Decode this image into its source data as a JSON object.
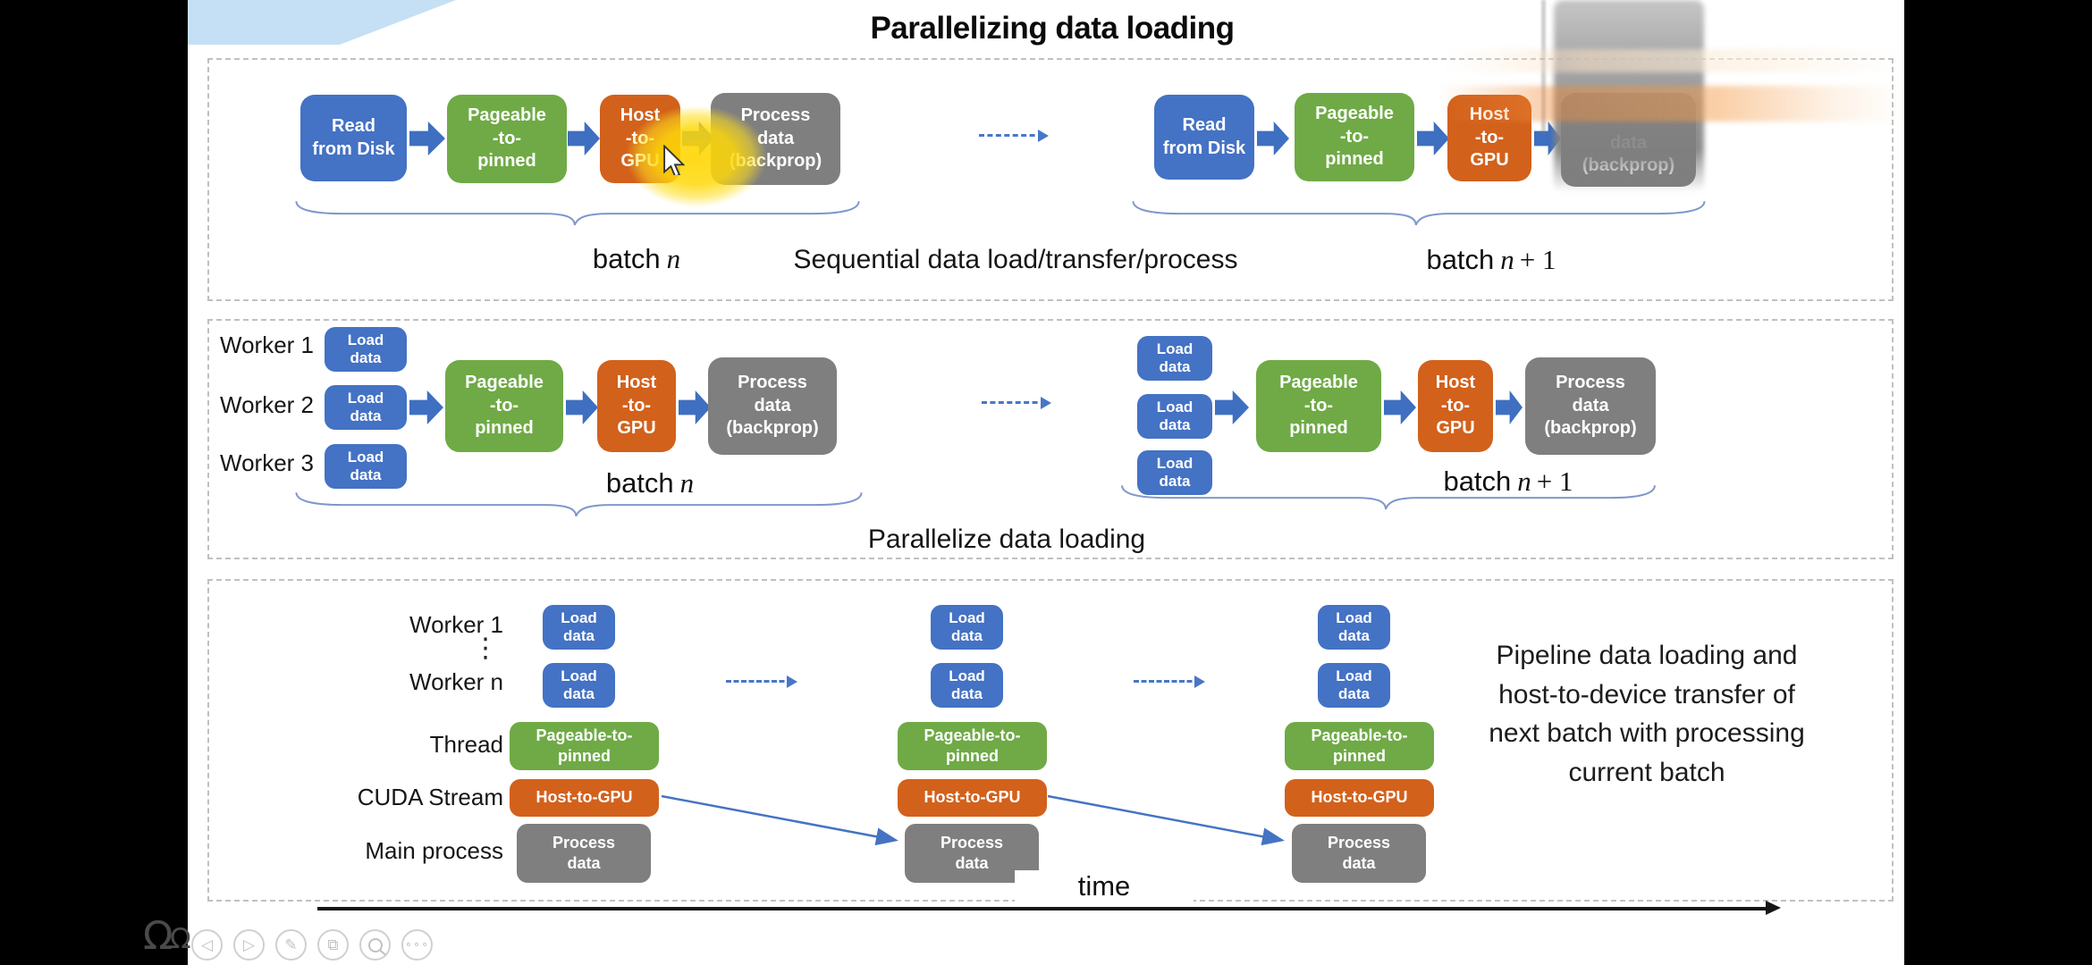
{
  "title": "Parallelizing data loading",
  "labels": {
    "read_from_disk": "Read\nfrom Disk",
    "pageable_v": "Pageable\n-to-\npinned",
    "host_v": "Host\n-to-\nGPU",
    "process_backprop": "Process\ndata\n(backprop)",
    "data_backprop": "data\n(backprop)",
    "load_data": "Load\ndata",
    "pageable_h": "Pageable-to-\npinned",
    "host_h": "Host-to-GPU",
    "process_data": "Process\ndata",
    "batch_word": "batch",
    "n": "n",
    "plus_one": "+ 1",
    "ellipsis": "⋮"
  },
  "section1": {
    "caption": "Sequential data load/transfer/process"
  },
  "section2": {
    "workers": [
      "Worker 1",
      "Worker 2",
      "Worker 3"
    ],
    "caption": "Parallelize data loading"
  },
  "section3": {
    "row_labels": [
      "Worker 1",
      "Worker n",
      "Thread",
      "CUDA Stream",
      "Main process"
    ],
    "note": "Pipeline data loading and\nhost-to-device transfer of\nnext batch with processing\ncurrent batch",
    "time_label": "time"
  },
  "controls": {
    "icons": [
      "previous-slide",
      "next-slide",
      "pen",
      "slide-sorter",
      "zoom",
      "more"
    ]
  },
  "colors": {
    "box_blue": "#4472C4",
    "box_green": "#6FAA46",
    "box_orange": "#D2611C",
    "box_gray": "#7F7F7F",
    "arrow_blue": "#3E6FC1",
    "brace_blue": "#7E97CB",
    "highlight_yellow": "#FFD815"
  }
}
